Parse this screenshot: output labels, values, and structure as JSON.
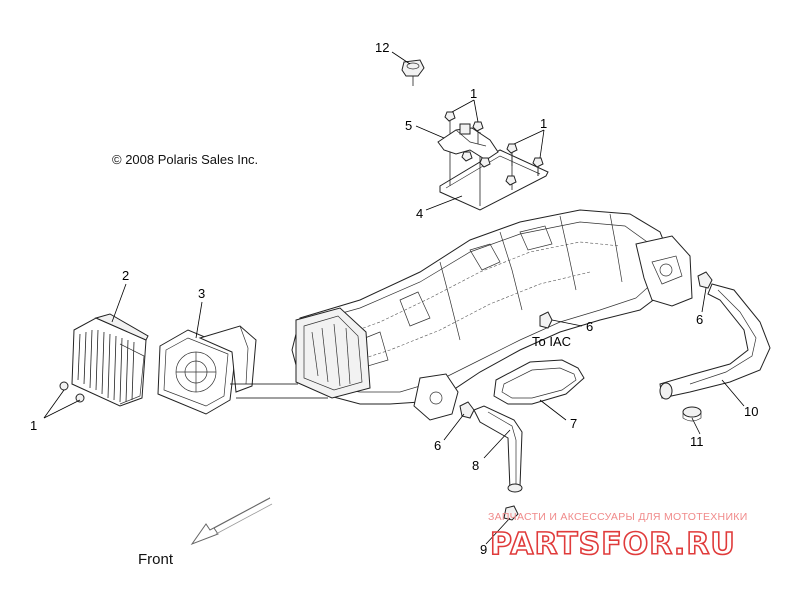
{
  "copyright": "© 2008 Polaris Sales Inc.",
  "direction_label": "Front",
  "iac_label": "To IAC",
  "callouts": {
    "c1_left": "1",
    "c1_top": "1",
    "c1_right": "1",
    "c2": "2",
    "c3": "3",
    "c4": "4",
    "c5": "5",
    "c6_iac": "6",
    "c6_right": "6",
    "c6_bottom": "6",
    "c7": "7",
    "c8": "8",
    "c9": "9",
    "c10": "10",
    "c11": "11",
    "c12": "12"
  },
  "watermark": {
    "tagline": "ЗАПЧАСТИ И АКСЕССУАРЫ ДЛЯ МОТОТЕХНИКИ",
    "brand": "PARTSFOR.RU"
  }
}
